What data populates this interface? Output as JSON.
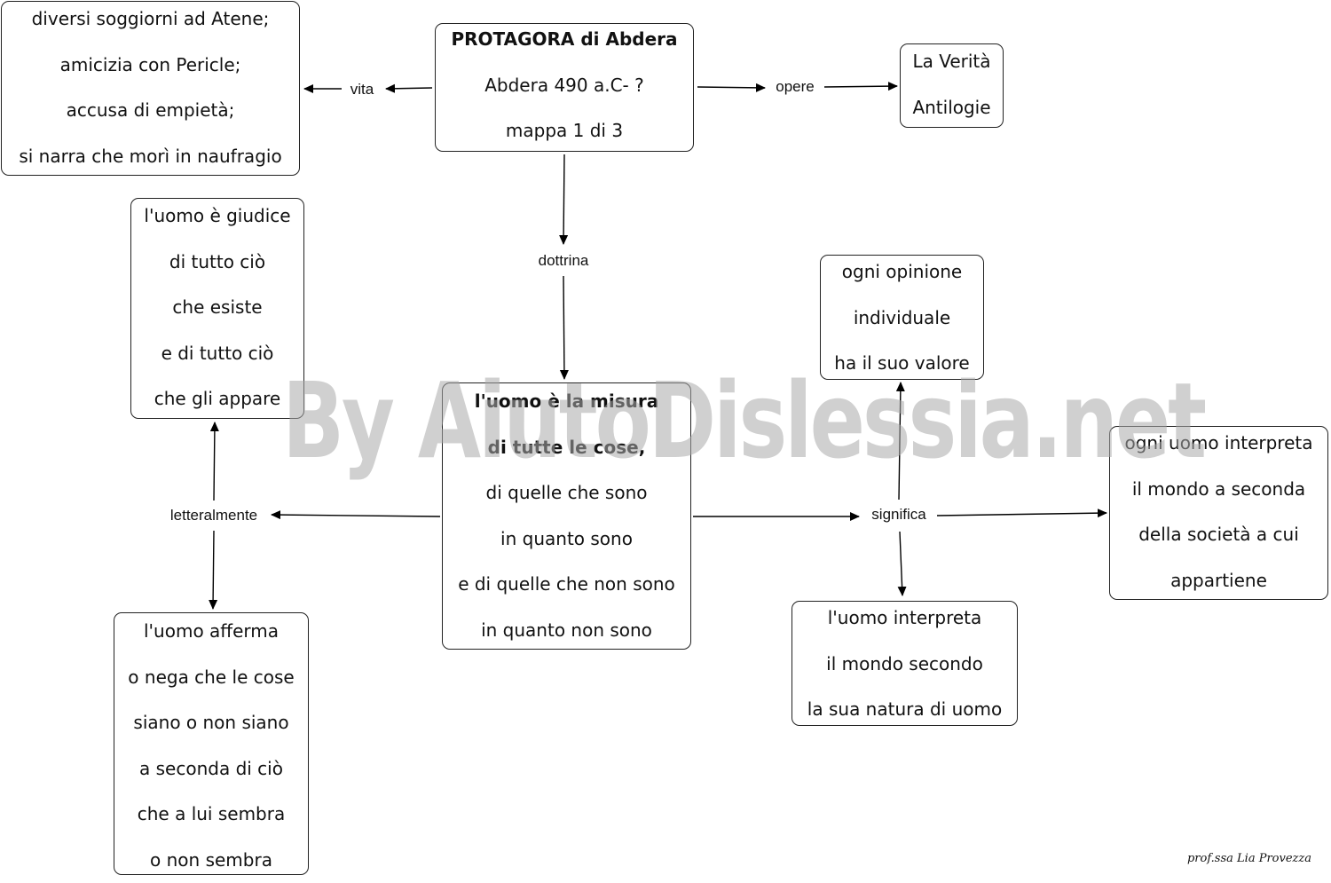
{
  "nodes": {
    "vita_box": [
      "diversi soggiorni ad Atene;",
      "amicizia con Pericle;",
      "accusa di empietà;",
      "si narra che morì in naufragio"
    ],
    "protagora_box": {
      "title": "PROTAGORA di Abdera",
      "lines": [
        "Abdera 490 a.C- ?",
        "mappa 1 di 3"
      ]
    },
    "opere_box": [
      "La Verità",
      "Antilogie"
    ],
    "giudice_box": [
      "l'uomo è giudice",
      "di tutto ciò",
      "che esiste",
      "e di tutto ciò",
      "che gli appare"
    ],
    "misura_box": {
      "bold_lines": [
        "l'uomo è la misura",
        "di tutte le cose,"
      ],
      "lines": [
        "di quelle che sono",
        "in quanto sono",
        "e di quelle che non sono",
        "in quanto non sono"
      ]
    },
    "opinione_box": [
      "ogni opinione",
      "individuale",
      "ha il suo valore"
    ],
    "societa_box": [
      "ogni uomo interpreta",
      "il  mondo a seconda",
      "della società a cui",
      "appartiene"
    ],
    "natura_box": [
      "l'uomo interpreta",
      "il mondo secondo",
      "la sua natura di uomo"
    ],
    "afferma_box": [
      "l'uomo afferma",
      "o nega che le cose",
      "siano o non siano",
      "a seconda di ciò",
      "che a lui sembra",
      "o non sembra"
    ]
  },
  "links": {
    "vita": "vita",
    "opere": "opere",
    "dottrina": "dottrina",
    "letteralmente": "letteralmente",
    "significa": "significa"
  },
  "watermark": "By AiutoDislessia.net",
  "signature": "prof.ssa Lia Provezza"
}
